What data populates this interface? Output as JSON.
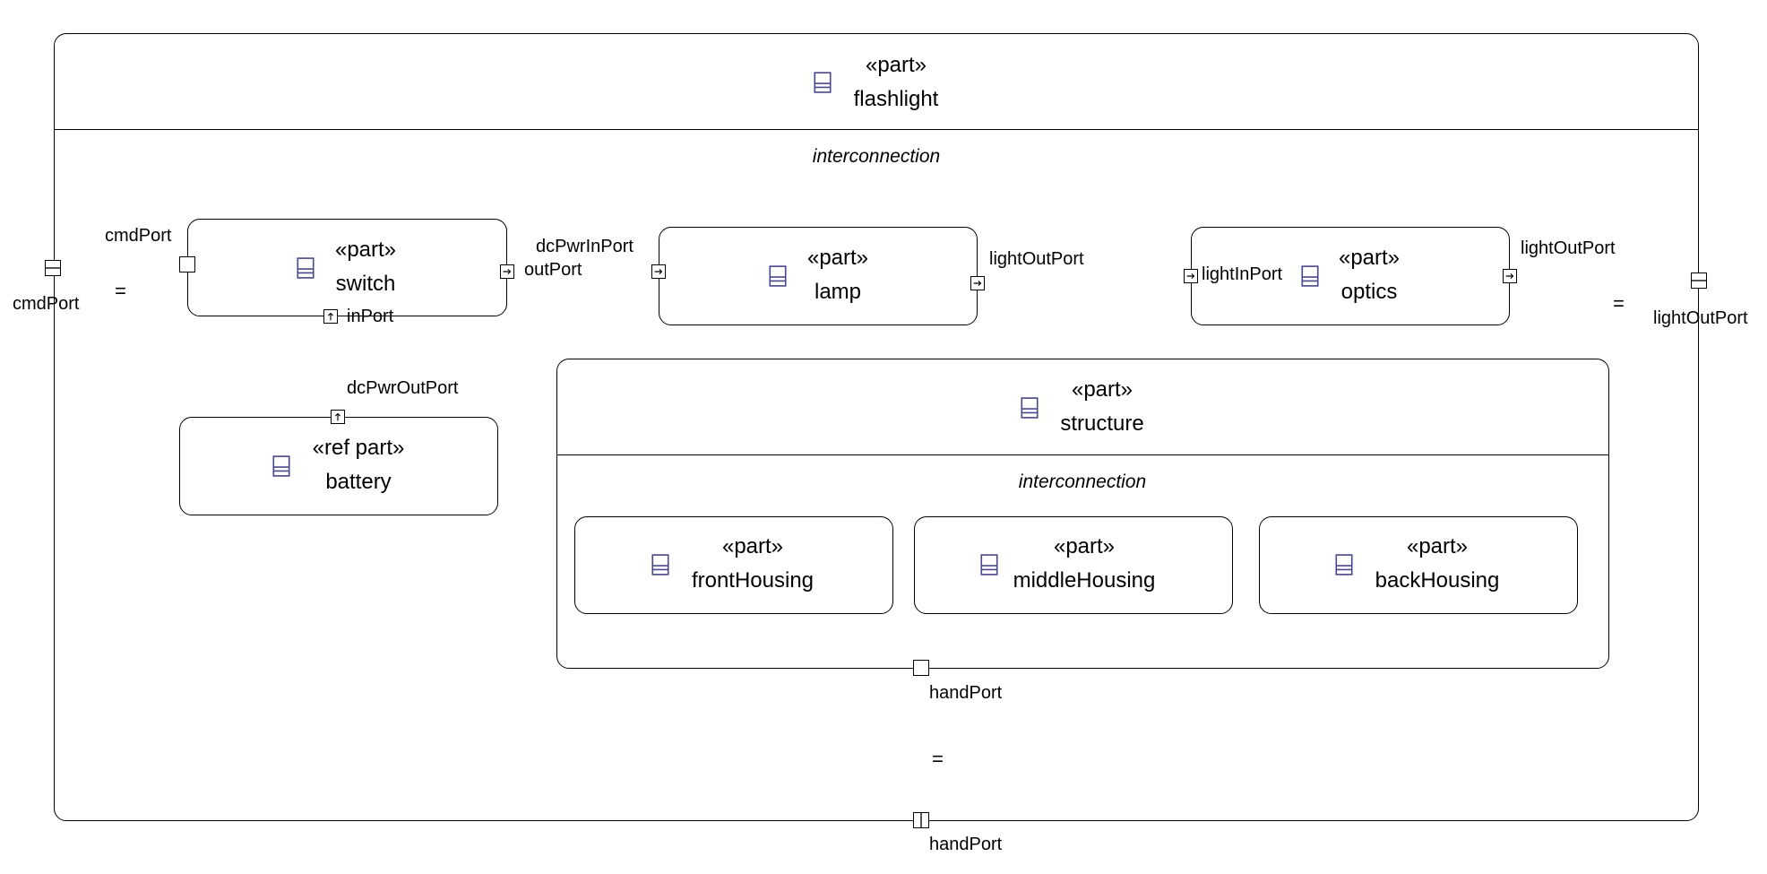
{
  "diagram": {
    "root": {
      "stereotype": "«part»",
      "name": "flashlight",
      "compartment": "interconnection"
    },
    "parts": {
      "switch": {
        "stereotype": "«part»",
        "name": "switch"
      },
      "lamp": {
        "stereotype": "«part»",
        "name": "lamp"
      },
      "optics": {
        "stereotype": "«part»",
        "name": "optics"
      },
      "battery": {
        "stereotype": "«ref part»",
        "name": "battery"
      },
      "structure": {
        "stereotype": "«part»",
        "name": "structure",
        "compartment": "interconnection"
      },
      "frontHousing": {
        "stereotype": "«part»",
        "name": "frontHousing"
      },
      "middleHousing": {
        "stereotype": "«part»",
        "name": "middleHousing"
      },
      "backHousing": {
        "stereotype": "«part»",
        "name": "backHousing"
      }
    },
    "port_labels": {
      "root_cmd": "cmdPort",
      "switch_cmd": "cmdPort",
      "switch_out": "outPort",
      "switch_in": "inPort",
      "lamp_in": "dcPwrInPort",
      "lamp_out": "lightOutPort",
      "optics_in": "lightInPort",
      "optics_out": "lightOutPort",
      "root_light": "lightOutPort",
      "battery_out": "dcPwrOutPort",
      "structure_hand": "handPort",
      "root_hand": "handPort"
    },
    "binding_symbol": "=",
    "colors": {
      "icon": "#4b4a8c",
      "line": "#000000",
      "background": "#ffffff"
    }
  }
}
